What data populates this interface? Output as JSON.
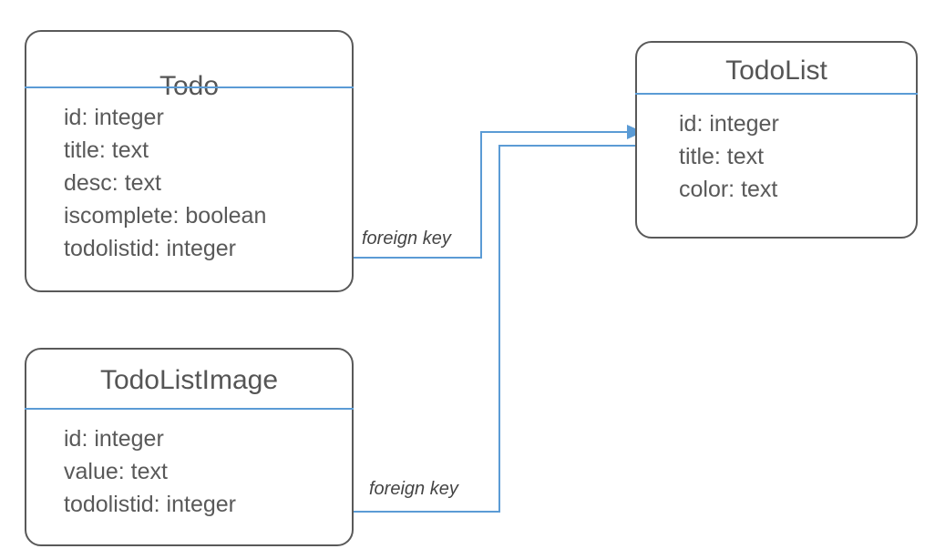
{
  "diagram": {
    "title": "Database schema entity relationship diagram",
    "background_color": "#ffffff",
    "accent_color": "#5b9bd5",
    "border_color": "#595959",
    "text_color": "#595959"
  },
  "entities": [
    {
      "id": "todo",
      "name": "Todo",
      "attributes": [
        "id: integer",
        "title: text",
        "desc: text",
        "iscomplete: boolean",
        "todolistid: integer"
      ]
    },
    {
      "id": "todolist",
      "name": "TodoList",
      "attributes": [
        "id: integer",
        "title: text",
        "color: text"
      ]
    },
    {
      "id": "todolistimage",
      "name": "TodoListImage",
      "attributes": [
        "id: integer",
        "value: text",
        "todolistid: integer"
      ]
    }
  ],
  "relationships": [
    {
      "id": "todo-to-todolist",
      "label": "foreign key",
      "from": "Todo.todolistid",
      "to": "TodoList.id"
    },
    {
      "id": "todolistimage-to-todolist",
      "label": "foreign key",
      "from": "TodoListImage.todolistid",
      "to": "TodoList.id"
    }
  ]
}
